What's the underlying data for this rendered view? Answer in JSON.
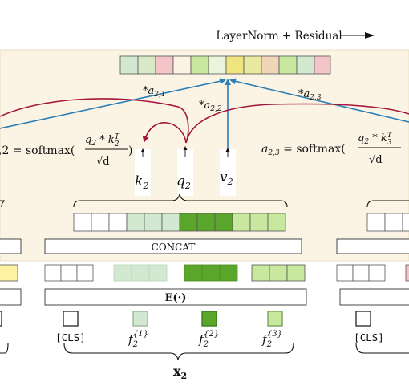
{
  "header": {
    "layernorm_label": "LayerNorm + Residual"
  },
  "colors": {
    "panel_bg": "#fbf4e4",
    "arrow_blue": "#2a7db5",
    "arrow_red": "#a3163e",
    "feat1": "#d2e8d1",
    "feat2": "#5aa62b",
    "feat3": "#c8e8a0",
    "yellow": "#fef3a3",
    "pink": "#f3c5c8"
  },
  "weights": {
    "a21": "*a",
    "a21_sub": "2,1",
    "a22": "*a",
    "a22_sub": "2,2",
    "a23": "*a",
    "a23_sub": "2,3"
  },
  "attention": {
    "left_formula": ",2 = softmax(",
    "right_lhs": "a",
    "right_lhs_sub": "2,3",
    "right_formula": " = softmax(",
    "q_num": "q",
    "q_num_sub": "2",
    "times": " * k",
    "k_left_sub": "2",
    "k_right_sub": "3",
    "k_sup": "T",
    "sqrt_d": "√d",
    "close": ")"
  },
  "vectors": {
    "k": "k",
    "k_sub": "2",
    "q": "q",
    "q_sub": "2",
    "v": "v",
    "v_sub": "2"
  },
  "blocks": {
    "concat": "CONCAT",
    "embed": "E(·)"
  },
  "tokens": {
    "cls_left": "[CLS]",
    "cls_right": "[CLS]",
    "f": "f",
    "f_sub": "2",
    "f1_sup": "{1}",
    "f2_sup": "{2}",
    "f3_sup": "{3}"
  },
  "group_label": {
    "main": "x",
    "sub": "2"
  }
}
